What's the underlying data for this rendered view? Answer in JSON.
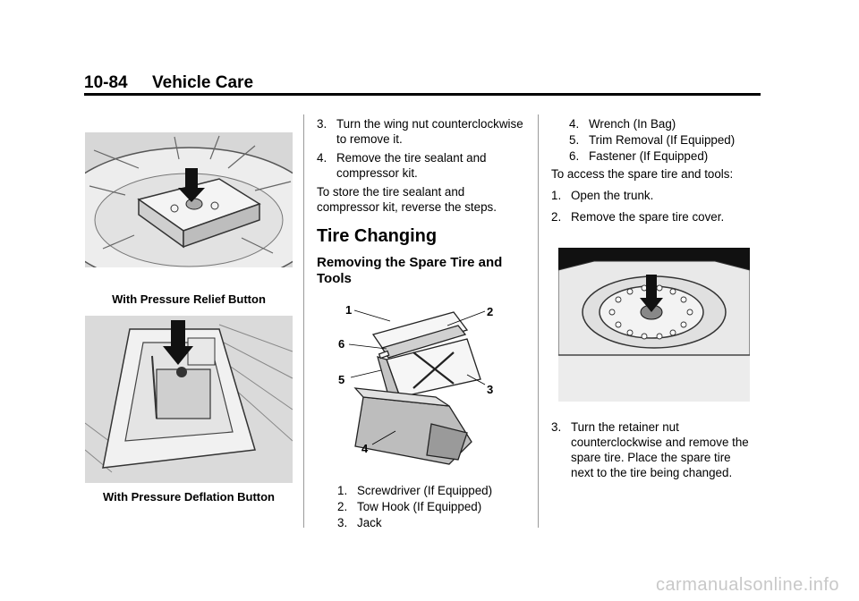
{
  "header": {
    "page_number": "10-84",
    "section": "Vehicle Care"
  },
  "left": {
    "caption1": "With Pressure Relief Button",
    "caption2": "With Pressure Deflation Button"
  },
  "middle": {
    "step3_num": "3.",
    "step3_text": "Turn the wing nut counterclockwise to remove it.",
    "step4_num": "4.",
    "step4_text": "Remove the tire sealant and compressor kit.",
    "store_text": "To store the tire sealant and compressor kit, reverse the steps.",
    "heading": "Tire Changing",
    "subheading": "Removing the Spare Tire and Tools",
    "callouts": [
      "1",
      "2",
      "3",
      "4",
      "5",
      "6"
    ],
    "list": [
      {
        "num": "1.",
        "text": "Screwdriver (If Equipped)"
      },
      {
        "num": "2.",
        "text": "Tow Hook (If Equipped)"
      },
      {
        "num": "3.",
        "text": "Jack"
      }
    ]
  },
  "right": {
    "list": [
      {
        "num": "4.",
        "text": "Wrench (In Bag)"
      },
      {
        "num": "5.",
        "text": "Trim Removal (If Equipped)"
      },
      {
        "num": "6.",
        "text": "Fastener (If Equipped)"
      }
    ],
    "access_text": "To access the spare tire and tools:",
    "step1_num": "1.",
    "step1_text": "Open the trunk.",
    "step2_num": "2.",
    "step2_text": "Remove the spare tire cover.",
    "step3_num": "3.",
    "step3_text": "Turn the retainer nut counterclockwise and remove the spare tire. Place the spare tire next to the tire being changed."
  },
  "watermark": "carmanualsonline.info"
}
